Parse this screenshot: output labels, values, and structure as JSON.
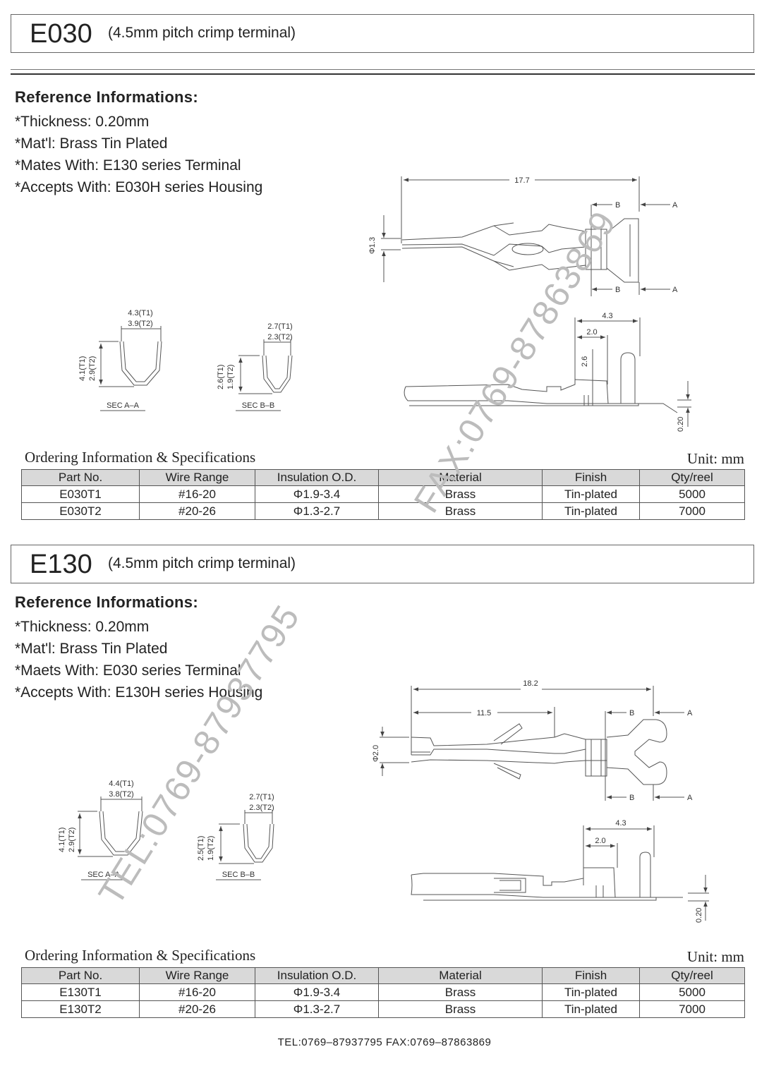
{
  "sections": [
    {
      "code": "E030",
      "subtitle": "(4.5mm pitch crimp terminal)",
      "ref_title": "Reference Informations:",
      "ref_lines": [
        "*Thickness: 0.20mm",
        "*Mat'l: Brass Tin Plated",
        "*Mates With: E130 series Terminal",
        "*Accepts With: E030H series Housing"
      ],
      "drawing": {
        "top": {
          "length": "17.7",
          "dia": "Φ1.3",
          "b1": "B",
          "a1": "A",
          "b2": "B",
          "a2": "A"
        },
        "side": {
          "w1": "4.3",
          "w2": "2.0",
          "h": "2.6",
          "t": "0.20"
        },
        "sec_a": {
          "label": "SEC A–A",
          "w1": "4.3(T1)",
          "w2": "3.9(T2)",
          "h1": "4.1(T1)",
          "h2": "2.9(T2)"
        },
        "sec_b": {
          "label": "SEC B–B",
          "w1": "2.7(T1)",
          "w2": "2.3(T2)",
          "h1": "2.6(T1)",
          "h2": "1.9(T2)"
        }
      },
      "ordering_title": "Ordering Information & Specifications",
      "unit": "Unit: mm",
      "table": {
        "headers": [
          "Part No.",
          "Wire Range",
          "Insulation O.D.",
          "Material",
          "Finish",
          "Qty/reel"
        ],
        "rows": [
          [
            "E030T1",
            "#16-20",
            "Φ1.9-3.4",
            "Brass",
            "Tin-plated",
            "5000"
          ],
          [
            "E030T2",
            "#20-26",
            "Φ1.3-2.7",
            "Brass",
            "Tin-plated",
            "7000"
          ]
        ]
      }
    },
    {
      "code": "E130",
      "subtitle": "(4.5mm pitch crimp terminal)",
      "ref_title": "Reference Informations:",
      "ref_lines": [
        "*Thickness: 0.20mm",
        "*Mat'l: Brass Tin Plated",
        "*Maets With: E030 series Terminal",
        "*Accepts With: E130H series Housing"
      ],
      "drawing": {
        "top": {
          "length": "18.2",
          "length2": "11.5",
          "dia": "Φ2.0",
          "b1": "B",
          "a1": "A",
          "b2": "B",
          "a2": "A"
        },
        "side": {
          "w1": "4.3",
          "w2": "2.0",
          "t": "0.20"
        },
        "sec_a": {
          "label": "SEC A–A",
          "w1": "4.4(T1)",
          "w2": "3.8(T2)",
          "h1": "4.1(T1)",
          "h2": "2.9(T2)"
        },
        "sec_b": {
          "label": "SEC B–B",
          "w1": "2.7(T1)",
          "w2": "2.3(T2)",
          "h1": "2.5(T1)",
          "h2": "1.9(T2)"
        }
      },
      "ordering_title": "Ordering Information & Specifications",
      "unit": "Unit: mm",
      "table": {
        "headers": [
          "Part No.",
          "Wire Range",
          "Insulation O.D.",
          "Material",
          "Finish",
          "Qty/reel"
        ],
        "rows": [
          [
            "E130T1",
            "#16-20",
            "Φ1.9-3.4",
            "Brass",
            "Tin-plated",
            "5000"
          ],
          [
            "E130T2",
            "#20-26",
            "Φ1.3-2.7",
            "Brass",
            "Tin-plated",
            "7000"
          ]
        ]
      }
    }
  ],
  "watermarks": [
    "FAX:0769-87863869",
    "TEL:0769-87937795"
  ],
  "footer": "TEL:0769–87937795   FAX:0769–87863869"
}
